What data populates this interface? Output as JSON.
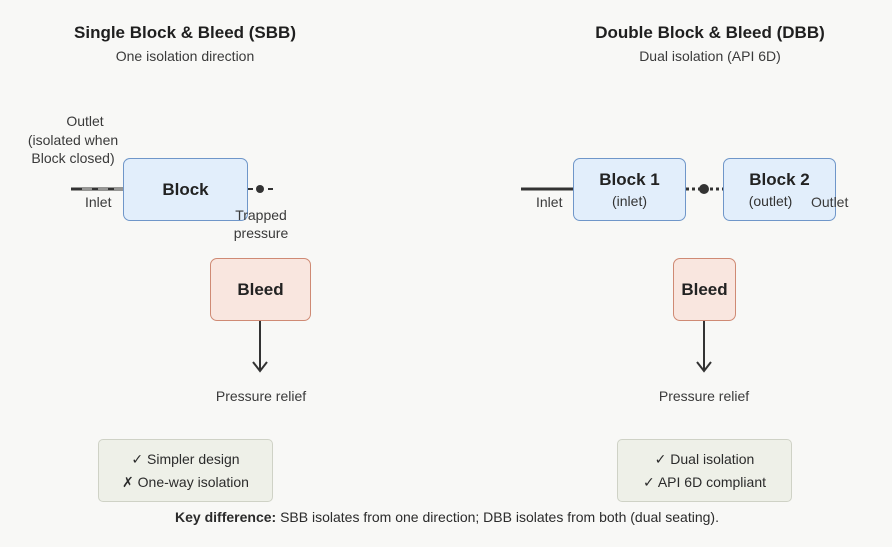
{
  "sbb": {
    "title": "Single Block & Bleed (SBB)",
    "subtitle": "One isolation direction",
    "outlet_label": "Outlet",
    "outlet_note_1": "(isolated when",
    "outlet_note_2": "Block closed)",
    "inlet_label": "Inlet",
    "block_label": "Block",
    "trapped_1": "Trapped",
    "trapped_2": "pressure",
    "bleed_label": "Bleed",
    "relief_label": "Pressure relief",
    "notes": [
      "✓ Simpler design",
      "✗ One-way isolation"
    ]
  },
  "dbb": {
    "title": "Double Block & Bleed (DBB)",
    "subtitle": "Dual isolation (API 6D)",
    "inlet_label": "Inlet",
    "block1_label": "Block 1",
    "block1_sub": "(inlet)",
    "block2_label": "Block 2",
    "block2_sub": "(outlet)",
    "outlet_label": "Outlet",
    "bleed_label": "Bleed",
    "relief_label": "Pressure relief",
    "notes": [
      "✓ Dual isolation",
      "✓ API 6D compliant"
    ]
  },
  "footer": {
    "lead": "Key difference:",
    "text": " SBB isolates from one direction; DBB isolates from both (dual seating)."
  },
  "colors": {
    "block_fill": "#e2eefb",
    "block_border": "#6f96c9",
    "bleed_fill": "#f9e6df",
    "bleed_border": "#cf8a74",
    "line": "#333333"
  }
}
